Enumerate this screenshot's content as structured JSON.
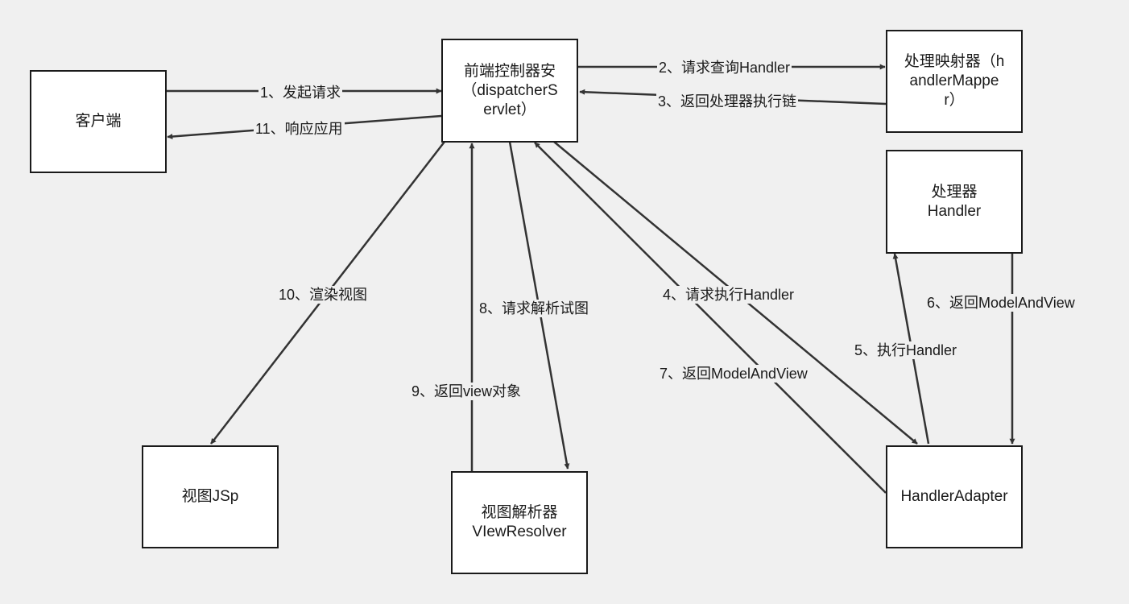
{
  "nodes": {
    "client": "客户端",
    "dispatcher": "前端控制器安（dispatcherServlet）",
    "mapper": "处理映射器（handlerMapper）",
    "handler": [
      "处理器",
      "Handler"
    ],
    "adapter": "HandlerAdapter",
    "resolver": [
      "视图解析器",
      "VIewResolver"
    ],
    "jsp": "视图JSp"
  },
  "edges": {
    "e1": "1、发起请求",
    "e2": "2、请求查询Handler",
    "e3": "3、返回处理器执行链",
    "e4": "4、请求执行Handler",
    "e5": "5、执行Handler",
    "e6": "6、返回ModelAndView",
    "e7": "7、返回ModelAndView",
    "e8": "8、请求解析试图",
    "e9": "9、返回view对象",
    "e10": "10、渲染视图",
    "e11": "11、响应应用"
  },
  "colors": {
    "stroke": "#333333",
    "background": "#f0f0f0",
    "box": "#ffffff"
  }
}
